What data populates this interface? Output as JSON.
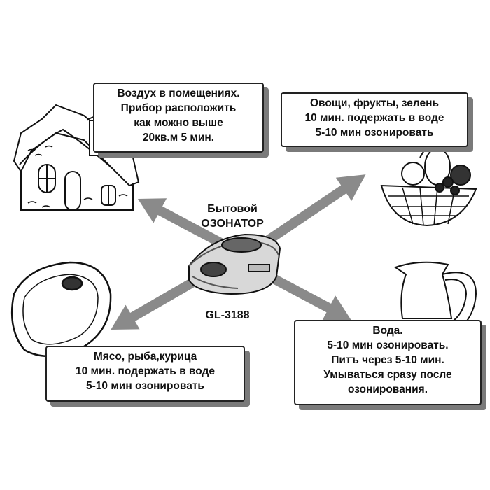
{
  "center": {
    "title_line1": "Бытовой",
    "title_line2": "ОЗОНАТОР",
    "model": "GL-3188"
  },
  "callouts": {
    "air": {
      "lines": [
        "Воздух в помещениях.",
        "Прибор расположить",
        "как можно выше",
        "20кв.м 5 мин."
      ]
    },
    "vegetables": {
      "lines": [
        "Овощи, фрукты, зелень",
        "10 мин. подержать в воде",
        "5-10 мин озонировать"
      ]
    },
    "meat": {
      "lines": [
        "Мясо, рыба,курица",
        "10 мин. подержать в воде",
        "5-10 мин озонировать"
      ]
    },
    "water": {
      "lines": [
        "Вода.",
        "5-10 мин озонировать.",
        "Питъ через 5-10 мин.",
        "Умываться сразу после",
        "озонирования."
      ]
    }
  },
  "colors": {
    "arrow": "#8a8a8a",
    "outline": "#222222",
    "shadow": "#7a7a7a"
  },
  "icons": [
    "house-icon",
    "fruit-basket-icon",
    "meat-steak-icon",
    "water-jug-icon",
    "ozonator-device-icon"
  ]
}
